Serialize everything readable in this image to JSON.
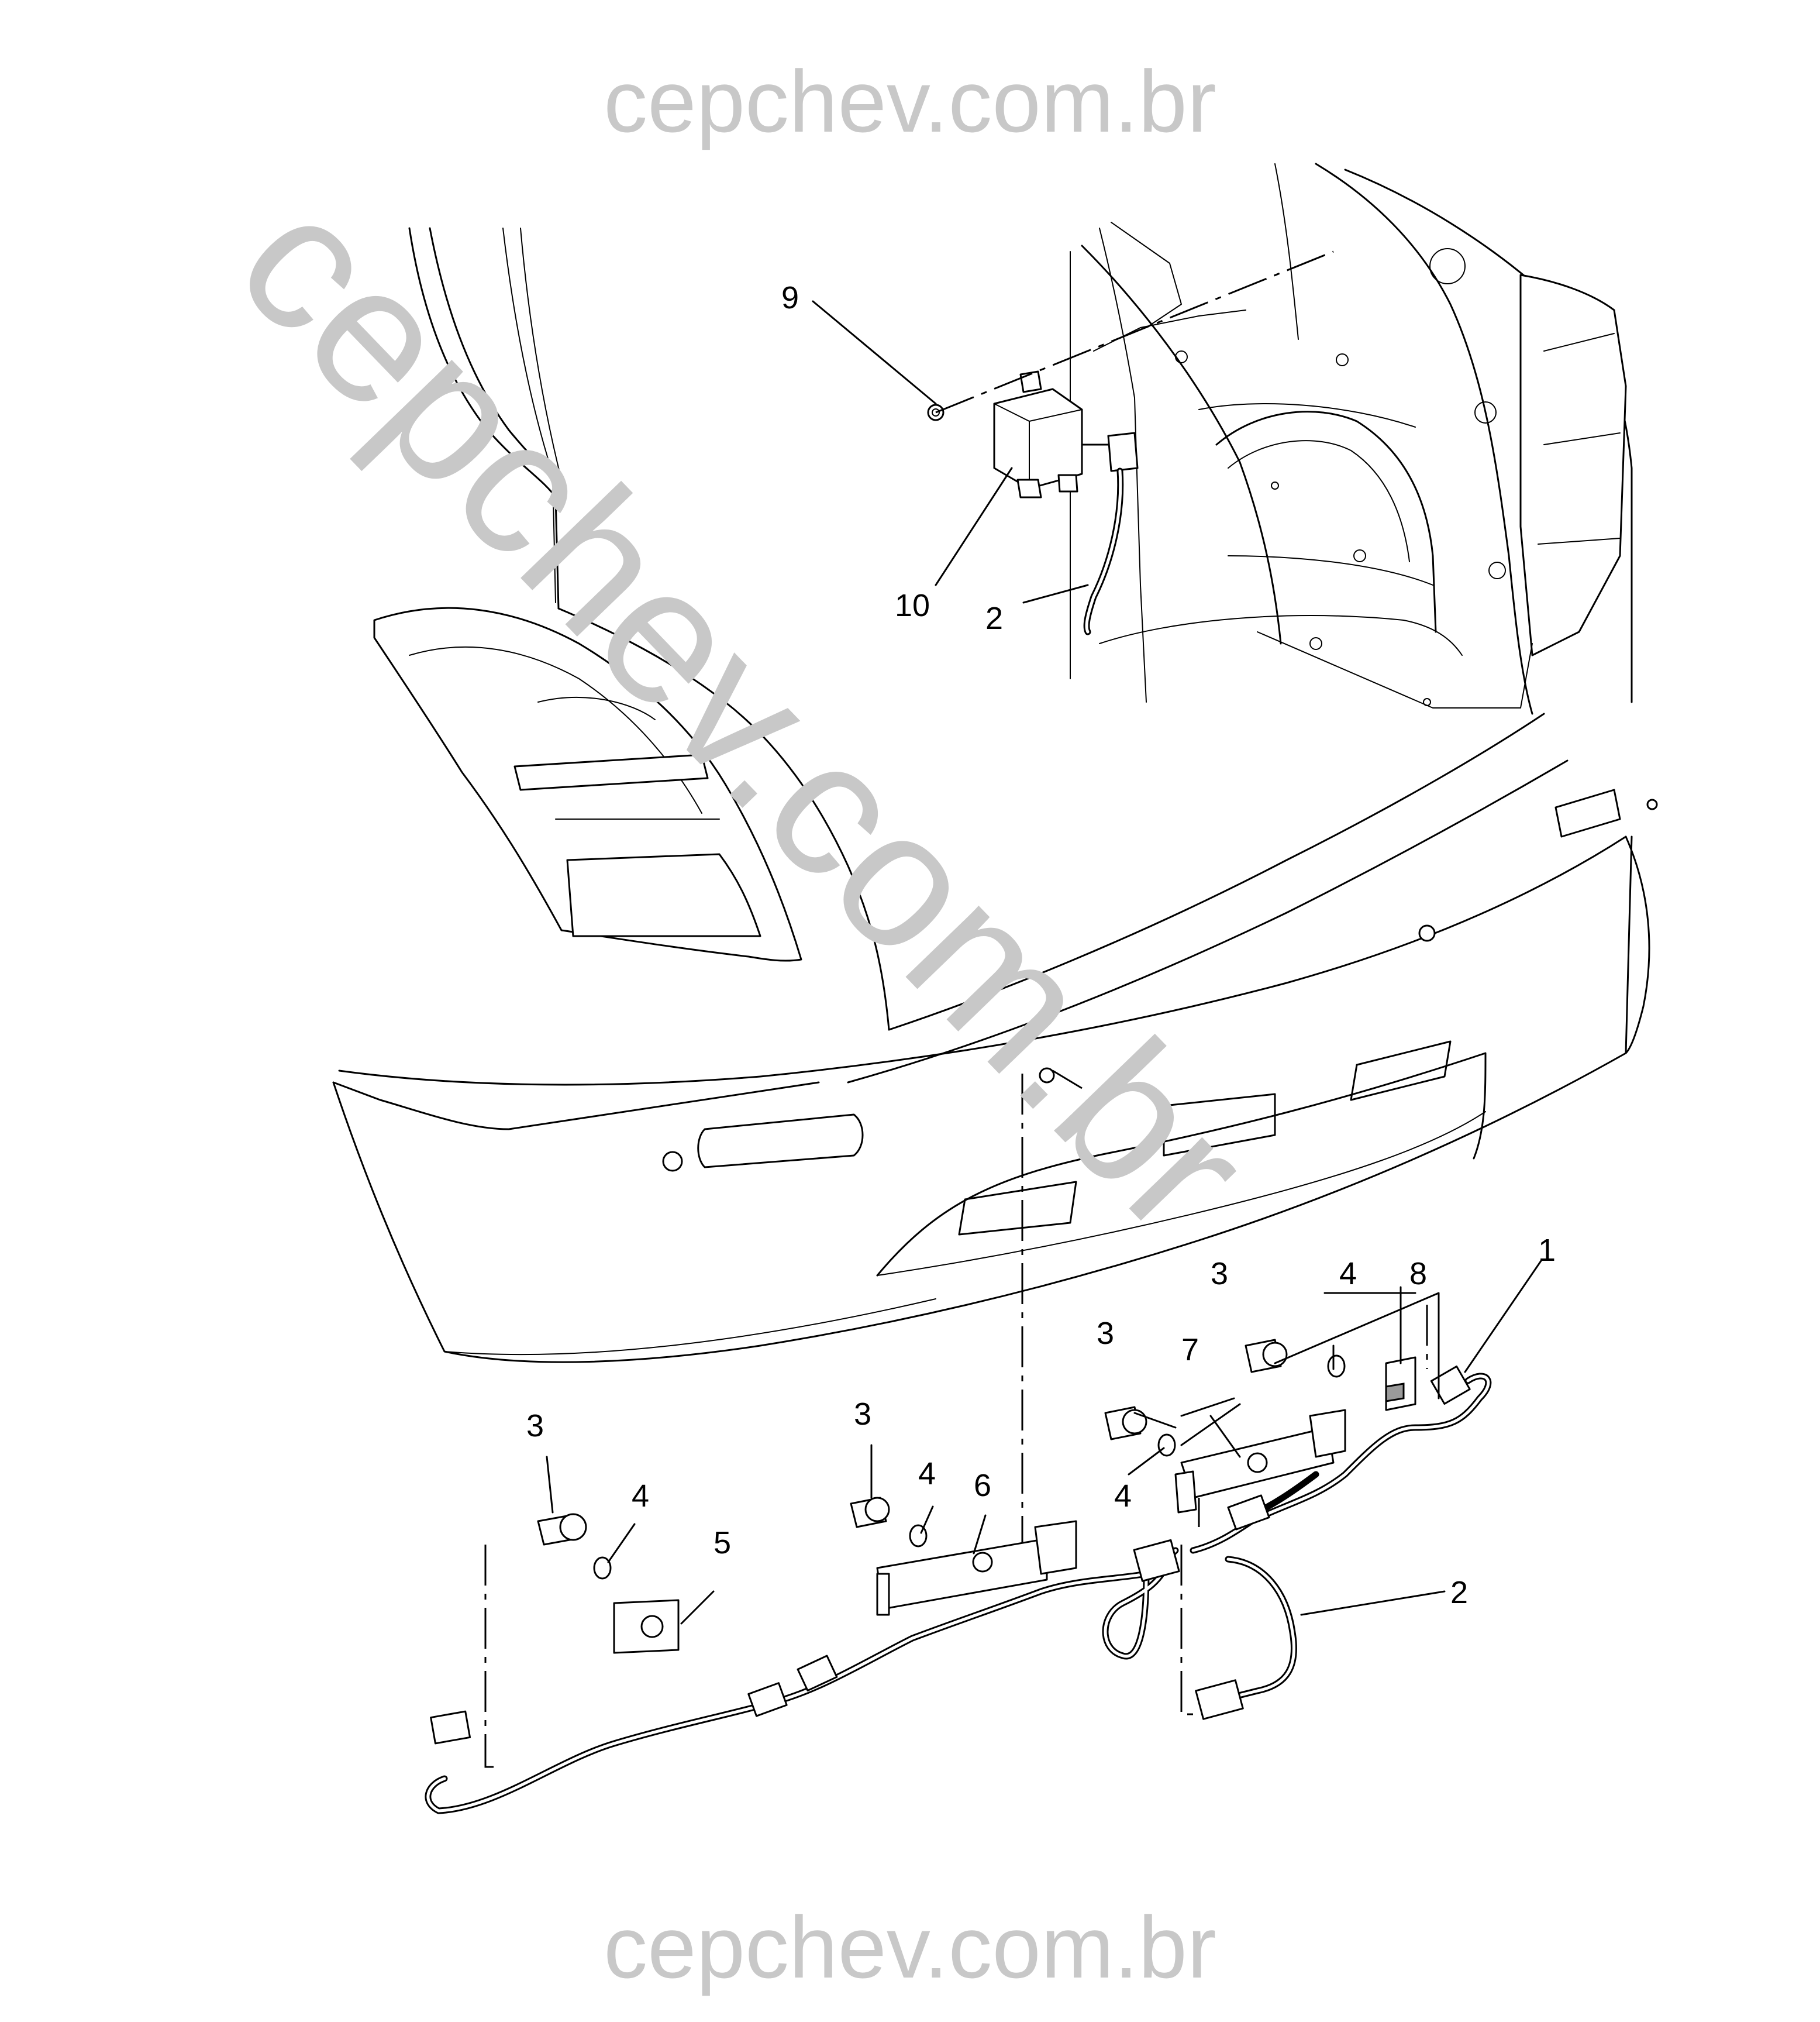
{
  "watermark": {
    "top": "cepchev.com.br",
    "bottom": "cepchev.com.br",
    "diagonal": "cepchev.com.br",
    "color": "#c8c8c8"
  },
  "callouts": {
    "c1": "1",
    "c2_upper": "2",
    "c2_lower": "2",
    "c3_a": "3",
    "c3_b": "3",
    "c3_c": "3",
    "c3_d": "3",
    "c4_a": "4",
    "c4_b": "4",
    "c4_c": "4",
    "c4_d": "4",
    "c5": "5",
    "c6": "6",
    "c7": "7",
    "c8": "8",
    "c9": "9",
    "c10": "10"
  }
}
